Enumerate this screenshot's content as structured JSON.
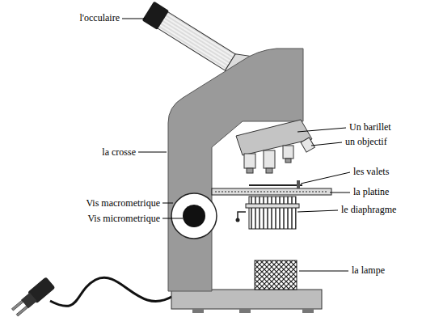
{
  "diagram": {
    "labels": [
      "l'occulaire",
      "la crosse",
      "Vis macrometrique",
      "Vis micrometrique",
      "Un barillet",
      "un objectif",
      "les valets",
      "la platine",
      "le diaphragme",
      "la lampe"
    ]
  }
}
